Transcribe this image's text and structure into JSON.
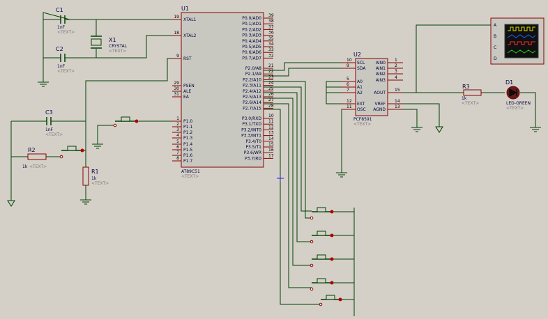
{
  "title": "",
  "placeholder": "<TEXT>",
  "colors": {
    "background": "#d4d0c8",
    "wire": "#004000",
    "chip_fill": "#c8c8c0",
    "chip_border": "#8b0000",
    "pin": "#8b0000",
    "text": "#000040",
    "placeholder": "#7a7a7a",
    "pin_number": "#000000",
    "dot": "#b00000"
  },
  "components": {
    "U1": {
      "ref": "U1",
      "type": "AT89C51",
      "left_pins": [
        {
          "num": "19",
          "name": "XTAL1"
        },
        {
          "num": "18",
          "name": "XTAL2"
        },
        {
          "num": "9",
          "name": "RST"
        },
        {
          "num": "29",
          "name": "PSEN"
        },
        {
          "num": "30",
          "name": "ALE"
        },
        {
          "num": "31",
          "name": "EA"
        },
        {
          "num": "1",
          "name": "P1.0"
        },
        {
          "num": "2",
          "name": "P1.1"
        },
        {
          "num": "3",
          "name": "P1.2"
        },
        {
          "num": "4",
          "name": "P1.3"
        },
        {
          "num": "5",
          "name": "P1.4"
        },
        {
          "num": "6",
          "name": "P1.5"
        },
        {
          "num": "7",
          "name": "P1.6"
        },
        {
          "num": "8",
          "name": "P1.7"
        }
      ],
      "right_pins": [
        {
          "num": "39",
          "name": "P0.0/AD0"
        },
        {
          "num": "38",
          "name": "P0.1/AD1"
        },
        {
          "num": "37",
          "name": "P0.2/AD2"
        },
        {
          "num": "36",
          "name": "P0.3/AD3"
        },
        {
          "num": "35",
          "name": "P0.4/AD4"
        },
        {
          "num": "34",
          "name": "P0.5/AD5"
        },
        {
          "num": "33",
          "name": "P0.6/AD6"
        },
        {
          "num": "32",
          "name": "P0.7/AD7"
        },
        {
          "num": "21",
          "name": "P2.0/A8"
        },
        {
          "num": "22",
          "name": "P2.1/A9"
        },
        {
          "num": "23",
          "name": "P2.2/A10"
        },
        {
          "num": "24",
          "name": "P2.3/A11"
        },
        {
          "num": "25",
          "name": "P2.4/A12"
        },
        {
          "num": "26",
          "name": "P2.5/A13"
        },
        {
          "num": "27",
          "name": "P2.6/A14"
        },
        {
          "num": "28",
          "name": "P2.7/A15"
        },
        {
          "num": "10",
          "name": "P3.0/RXD"
        },
        {
          "num": "11",
          "name": "P3.1/TXD"
        },
        {
          "num": "12",
          "name": "P3.2/INT0"
        },
        {
          "num": "13",
          "name": "P3.3/INT1"
        },
        {
          "num": "14",
          "name": "P3.4/T0"
        },
        {
          "num": "15",
          "name": "P3.5/T1"
        },
        {
          "num": "16",
          "name": "P3.6/WR"
        },
        {
          "num": "17",
          "name": "P3.7/RD"
        }
      ]
    },
    "U2": {
      "ref": "U2",
      "type": "PCF8591",
      "left_pins": [
        {
          "num": "10",
          "name": "SCL"
        },
        {
          "num": "9",
          "name": "SDA"
        },
        {
          "num": "5",
          "name": "A0"
        },
        {
          "num": "6",
          "name": "A1"
        },
        {
          "num": "7",
          "name": "A2"
        },
        {
          "num": "12",
          "name": "EXT"
        },
        {
          "num": "11",
          "name": "OSC"
        }
      ],
      "right_pins": [
        {
          "num": "1",
          "name": "AIN0"
        },
        {
          "num": "2",
          "name": "AIN1"
        },
        {
          "num": "3",
          "name": "AIN2"
        },
        {
          "num": "4",
          "name": "AIN3"
        },
        {
          "num": "15",
          "name": "AOUT"
        },
        {
          "num": "14",
          "name": "VREF"
        },
        {
          "num": "13",
          "name": "AGND"
        }
      ]
    },
    "C1": {
      "ref": "C1",
      "value": "1nF"
    },
    "C2": {
      "ref": "C2",
      "value": "1nF"
    },
    "C3": {
      "ref": "C3",
      "value": "1nF"
    },
    "X1": {
      "ref": "X1",
      "value": "CRYSTAL"
    },
    "R1": {
      "ref": "R1",
      "value": "1k"
    },
    "R2": {
      "ref": "R2",
      "value": "1k"
    },
    "R3": {
      "ref": "R3",
      "value": "1k"
    },
    "D1": {
      "ref": "D1",
      "value": "LED-GREEN"
    },
    "scope": {
      "channels": [
        "A",
        "B",
        "C",
        "D"
      ]
    }
  }
}
